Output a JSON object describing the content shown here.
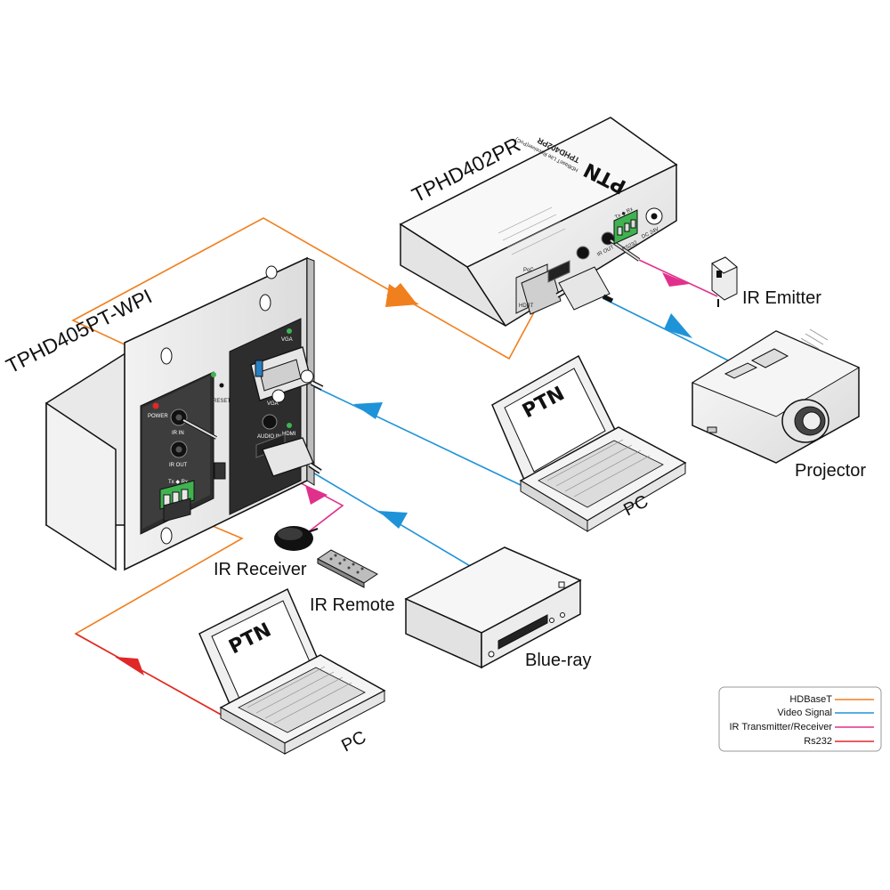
{
  "devices": {
    "wallplate_model": "TPHD405PT-WPI",
    "receiver_model": "TPHD402PR",
    "receiver_subtitle": "HDBaseT Lite Receiver(PoC)",
    "brand": "PTN"
  },
  "labels": {
    "ir_emitter": "IR Emitter",
    "projector": "Projector",
    "pc_top": "PC",
    "ir_receiver": "IR Receiver",
    "ir_remote": "IR Remote",
    "bluray": "Blue-ray",
    "pc_bottom": "PC"
  },
  "wallplate_text": {
    "power": "POWER",
    "ir_in": "IR IN",
    "ir_out": "IR OUT",
    "reset": "RESET",
    "vga": "VGA",
    "audio_in": "AUDIO IN",
    "hdmi": "HDMI",
    "txrx": "Tx ◆ Rx"
  },
  "receiver_text": {
    "hdbt": "HDBT",
    "poc": "PoC",
    "ir_out": "IR OUT",
    "rs232": "RS232",
    "dc24v": "DC 24V",
    "txrx": "Tx ◆ Rx"
  },
  "legend": {
    "items": [
      {
        "label": "HDBaseT",
        "color": "#f07f1e"
      },
      {
        "label": "Video Signal",
        "color": "#1f93d8"
      },
      {
        "label": "IR Transmitter/Receiver",
        "color": "#e0308c"
      },
      {
        "label": "Rs232",
        "color": "#e02828"
      }
    ]
  },
  "colors": {
    "hdbaset": "#f07f1e",
    "video": "#1f93d8",
    "ir": "#e0308c",
    "rs232": "#e02828",
    "outline": "#111111",
    "device_fill": "#f4f4f4",
    "dark_plate": "#2d2d2d"
  }
}
